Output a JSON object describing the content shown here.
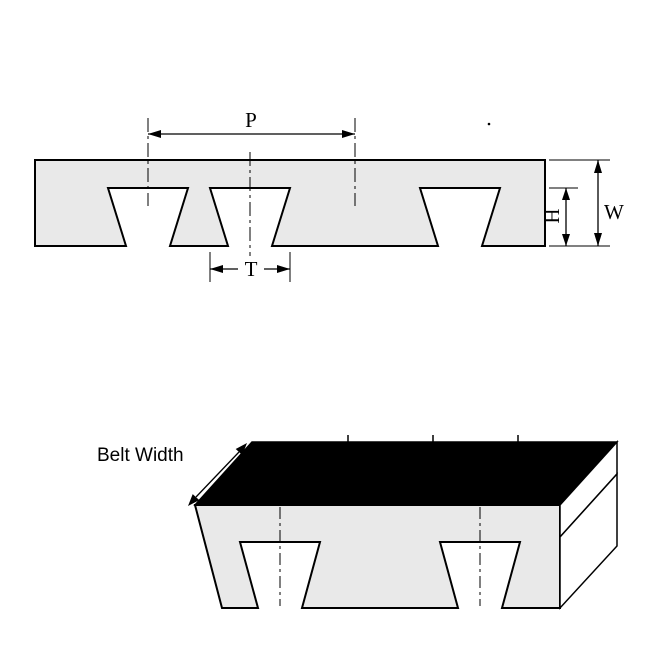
{
  "figure": {
    "labels": {
      "pitch": "P",
      "tooth_width": "T",
      "tooth_height": "H",
      "belt_thickness": "W",
      "belt_width": "Belt Width"
    },
    "colors": {
      "outline": "#000000",
      "belt_fill": "#e9e9e9",
      "top_face_fill": "#000000",
      "background": "#ffffff"
    }
  }
}
